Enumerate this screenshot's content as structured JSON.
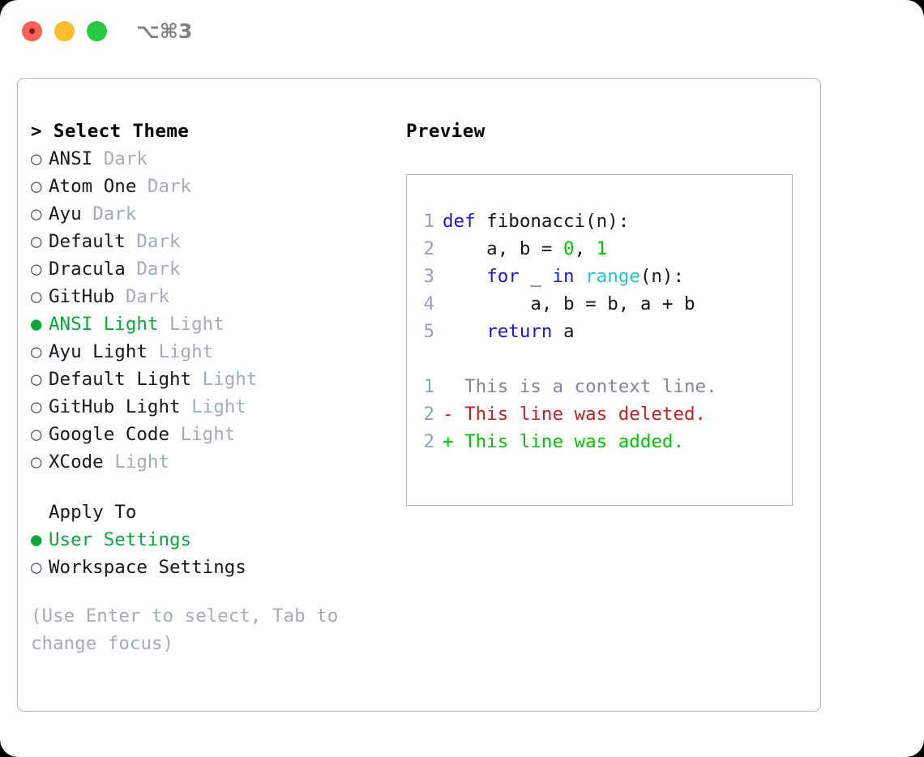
{
  "titlebar": {
    "shortcut": "⌥⌘3",
    "traffic_lights": [
      "close",
      "minimize",
      "maximize"
    ],
    "colors": {
      "close": "#ff6159",
      "minimize": "#fcbd2e",
      "maximize": "#26c93f"
    }
  },
  "theme_picker": {
    "header": "> Select Theme",
    "header_prefix": ">",
    "bullet_selected": "●",
    "bullet_unselected": "○",
    "selected_color": "#0aa83c",
    "items": [
      {
        "bullet": "○",
        "name": "ANSI",
        "kind": "Dark",
        "selected": false
      },
      {
        "bullet": "○",
        "name": "Atom One",
        "kind": "Dark",
        "selected": false
      },
      {
        "bullet": "○",
        "name": "Ayu",
        "kind": "Dark",
        "selected": false
      },
      {
        "bullet": "○",
        "name": "Default",
        "kind": "Dark",
        "selected": false
      },
      {
        "bullet": "○",
        "name": "Dracula",
        "kind": "Dark",
        "selected": false
      },
      {
        "bullet": "○",
        "name": "GitHub",
        "kind": "Dark",
        "selected": false
      },
      {
        "bullet": "●",
        "name": "ANSI Light",
        "kind": "Light",
        "selected": true
      },
      {
        "bullet": "○",
        "name": "Ayu Light",
        "kind": "Light",
        "selected": false
      },
      {
        "bullet": "○",
        "name": "Default Light",
        "kind": "Light",
        "selected": false
      },
      {
        "bullet": "○",
        "name": "GitHub Light",
        "kind": "Light",
        "selected": false
      },
      {
        "bullet": "○",
        "name": "Google Code",
        "kind": "Light",
        "selected": false
      },
      {
        "bullet": "○",
        "name": "XCode",
        "kind": "Light",
        "selected": false
      }
    ]
  },
  "apply_to": {
    "label": "Apply To",
    "items": [
      {
        "bullet": "●",
        "name": "User Settings",
        "selected": true
      },
      {
        "bullet": "○",
        "name": "Workspace Settings",
        "selected": false
      }
    ]
  },
  "hint": "(Use Enter to select, Tab to change focus)",
  "preview": {
    "header": "Preview",
    "code_lines": [
      {
        "n": "1",
        "tokens": [
          {
            "t": "def",
            "c": "kw"
          },
          {
            "t": " fibonacci(n):",
            "c": "pl"
          }
        ]
      },
      {
        "n": "2",
        "tokens": [
          {
            "t": "    a, b = ",
            "c": "pl"
          },
          {
            "t": "0",
            "c": "num"
          },
          {
            "t": ", ",
            "c": "pl"
          },
          {
            "t": "1",
            "c": "num"
          }
        ]
      },
      {
        "n": "3",
        "tokens": [
          {
            "t": "    ",
            "c": "pl"
          },
          {
            "t": "for",
            "c": "kw"
          },
          {
            "t": " _ ",
            "c": "pl"
          },
          {
            "t": "in",
            "c": "kw"
          },
          {
            "t": " ",
            "c": "pl"
          },
          {
            "t": "range",
            "c": "fn"
          },
          {
            "t": "(n):",
            "c": "pl"
          }
        ]
      },
      {
        "n": "4",
        "tokens": [
          {
            "t": "        a, b = b, a + b",
            "c": "pl"
          }
        ]
      },
      {
        "n": "5",
        "tokens": [
          {
            "t": "    ",
            "c": "pl"
          },
          {
            "t": "return",
            "c": "kw"
          },
          {
            "t": " a",
            "c": "pl"
          }
        ]
      }
    ],
    "diff_lines": [
      {
        "n": "1",
        "marker": " ",
        "text": "This is a context line.",
        "kind": "d-ctx"
      },
      {
        "n": "2",
        "marker": "-",
        "text": "This line was deleted.",
        "kind": "d-del"
      },
      {
        "n": "2",
        "marker": "+",
        "text": "This line was added.",
        "kind": "d-add"
      }
    ]
  }
}
